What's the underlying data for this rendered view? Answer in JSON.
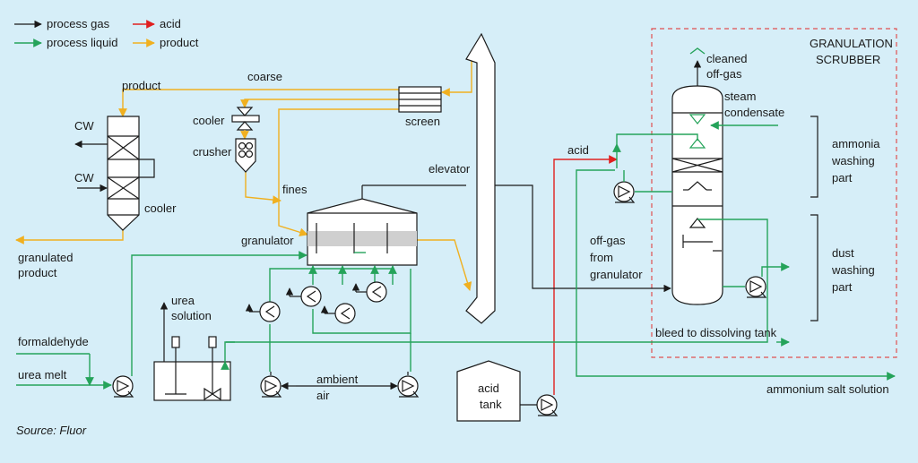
{
  "legend": {
    "process_gas": "process gas",
    "acid": "acid",
    "process_liquid": "process liquid",
    "product": "product"
  },
  "colors": {
    "process_gas": "#1a1a1a",
    "acid": "#e02020",
    "process_liquid": "#25a35a",
    "product": "#f0b020",
    "background": "#d6eef8",
    "scrubber_border": "#e05050"
  },
  "labels": {
    "product_top": "product",
    "coarse": "coarse",
    "cooler_small": "cooler",
    "crusher": "crusher",
    "fines": "fines",
    "screen": "screen",
    "elevator": "elevator",
    "cw_top": "CW",
    "cw_mid": "CW",
    "cooler_large": "cooler",
    "granulated_product": [
      "granulated",
      "product"
    ],
    "granulator": "granulator",
    "urea_solution": [
      "urea",
      "solution"
    ],
    "formaldehyde": "formaldehyde",
    "urea_melt": "urea melt",
    "ambient_air": [
      "ambient",
      "air"
    ],
    "acid_tank": [
      "acid",
      "tank"
    ],
    "acid_line": "acid",
    "offgas_from_granulator": [
      "off-gas",
      "from",
      "granulator"
    ],
    "cleaned_offgas": [
      "cleaned",
      "off-gas"
    ],
    "steam_condensate": [
      "steam",
      "condensate"
    ],
    "granulation_scrubber": [
      "GRANULATION",
      "SCRUBBER"
    ],
    "ammonia_washing_part": [
      "ammonia",
      "washing",
      "part"
    ],
    "dust_washing_part": [
      "dust",
      "washing",
      "part"
    ],
    "bleed": "bleed to dissolving tank",
    "ammonium_salt_solution": "ammonium salt solution",
    "source": "Source: Fluor"
  }
}
